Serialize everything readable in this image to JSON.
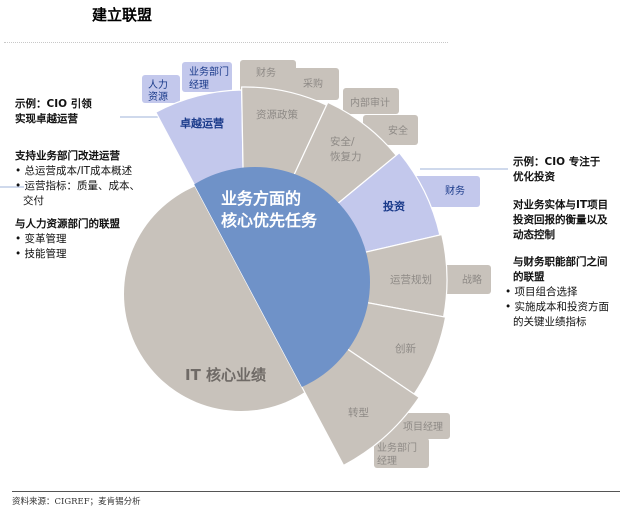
{
  "title": "建立联盟",
  "left_panel": {
    "example_line1": "示例：CIO 引领",
    "example_line2": "实现卓越运营",
    "section1_title": "支持业务部门改进运营",
    "section1_bullets": [
      "总运营成本/IT成本概述",
      "运营指标：质量、成本、",
      "交付"
    ],
    "section2_title": "与人力资源部门的联盟",
    "section2_bullets": [
      "变革管理",
      "技能管理"
    ]
  },
  "right_panel": {
    "example_line1": "示例：CIO 专注于",
    "example_line2": "优化投资",
    "para_lines": [
      "对业务实体与IT项目",
      "投资回报的衡量以及",
      "动态控制"
    ],
    "section_title_lines": [
      "与财务职能部门之间",
      "的联盟"
    ],
    "bullets": [
      "项目组合选择",
      "实施成本和投资方面",
      "的关键业绩指标"
    ]
  },
  "diagram": {
    "core_label": "IT 核心业绩",
    "center_label_line1": "业务方面的",
    "center_label_line2": "核心优先任务",
    "segments": {
      "operational_excellence": "卓越运营",
      "resource_policy": "资源政策",
      "security_line1": "安全/",
      "security_line2": "恢复力",
      "investment": "投资",
      "operations_planning": "运营规划",
      "innovation": "创新",
      "transformation": "转型"
    },
    "partners": {
      "hr_line1": "人力",
      "hr_line2": "资源",
      "bu_manager_top_line1": "业务部门",
      "bu_manager_top_line2": "经理",
      "finance_top": "财务",
      "procurement": "采购",
      "internal_audit": "内部审计",
      "security": "安全",
      "finance_right": "财务",
      "strategy": "战略",
      "project_manager": "项目经理",
      "bu_manager_bottom_line1": "业务部门",
      "bu_manager_bottom_line2": "经理"
    },
    "colors": {
      "gray": "#c8c2bb",
      "light_blue": "#c3c8ec",
      "dark_blue": "#6f92c8",
      "label_gray": "#8e8a86",
      "label_blue": "#1a3a8a"
    }
  },
  "footer": "资料来源：CIGREF；麦肯锡分析"
}
